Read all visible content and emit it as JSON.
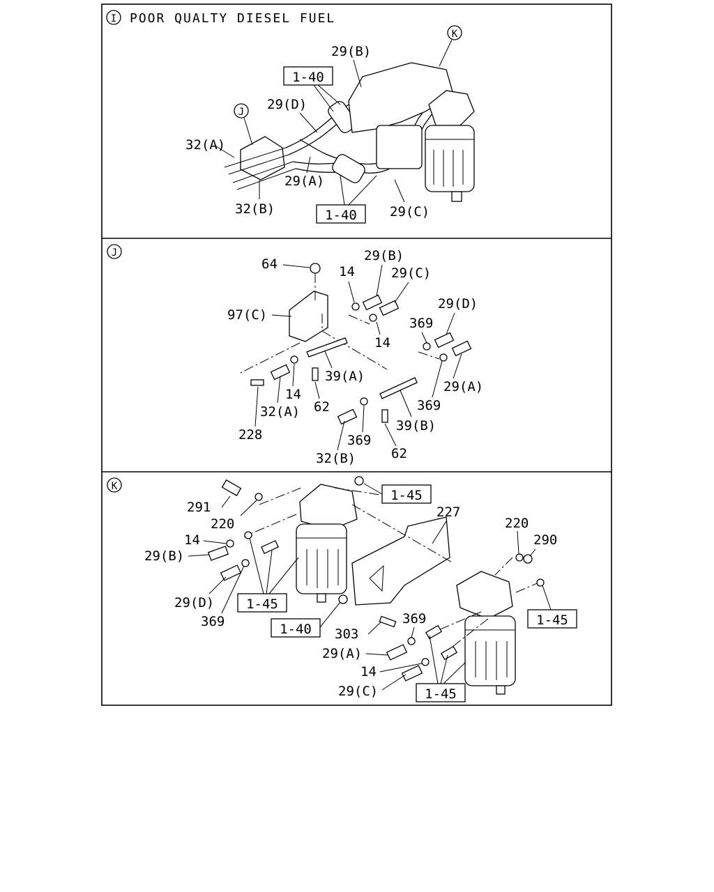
{
  "panels": [
    {
      "key": "I",
      "marker": "I",
      "title": "POOR QUALTY DIESEL FUEL",
      "labels": {
        "k_ref": "K",
        "j_ref": "J",
        "l29b": "29(B)",
        "l29d": "29(D)",
        "l32a": "32(A)",
        "l29a": "29(A)",
        "l32b": "32(B)",
        "l29c": "29(C)",
        "ref_top": "1-40",
        "ref_bottom": "1-40"
      }
    },
    {
      "key": "J",
      "marker": "J",
      "labels": {
        "l64": "64",
        "l14a": "14",
        "l29b": "29(B)",
        "l29c": "29(C)",
        "l97c": "97(C)",
        "l14b": "14",
        "l29d": "29(D)",
        "l369a": "369",
        "l39a": "39(A)",
        "l29a": "29(A)",
        "l14c": "14",
        "l32a": "32(A)",
        "l62a": "62",
        "l369b": "369",
        "l228": "228",
        "l39b": "39(B)",
        "l369c": "369",
        "l62b": "62",
        "l32b": "32(B)"
      }
    },
    {
      "key": "K",
      "marker": "K",
      "labels": {
        "l291": "291",
        "l220a": "220",
        "ref145a": "1-45",
        "l227": "227",
        "l220b": "220",
        "l290": "290",
        "l14a": "14",
        "l29b": "29(B)",
        "l29d": "29(D)",
        "ref145b": "1-45",
        "l369a": "369",
        "ref140": "1-40",
        "l369b": "369",
        "ref145c": "1-45",
        "l303": "303",
        "l29a": "29(A)",
        "l14b": "14",
        "l29c": "29(C)",
        "ref145d": "1-45"
      }
    }
  ]
}
